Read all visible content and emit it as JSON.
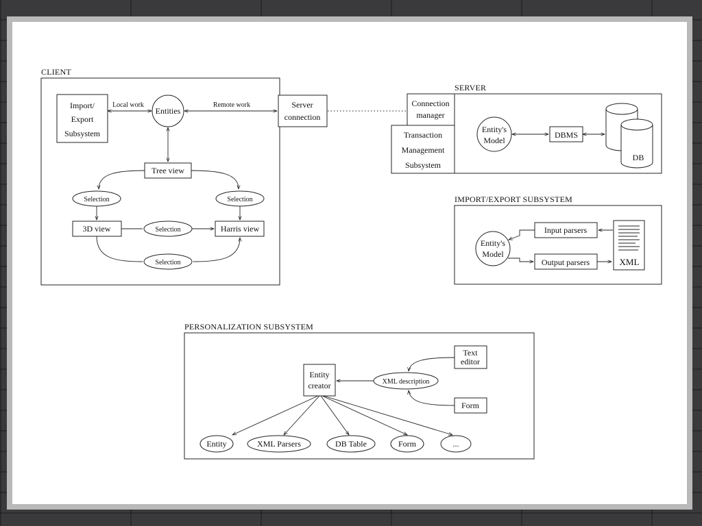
{
  "client": {
    "title": "CLIENT",
    "import_export": [
      "Import/",
      "Export",
      "Subsystem"
    ],
    "local_work": "Local work",
    "entities": "Entities",
    "remote_work": "Remote work",
    "server_connection": [
      "Server",
      "connection"
    ],
    "tree_view": "Tree view",
    "selection": "Selection",
    "view_3d": "3D view",
    "harris_view": "Harris view"
  },
  "server": {
    "title": "SERVER",
    "connection_manager": [
      "Connection",
      "manager"
    ],
    "transaction": [
      "Transaction",
      "Management",
      "Subsystem"
    ],
    "entity_model": [
      "Entity's",
      "Model"
    ],
    "dbms": "DBMS",
    "db": "DB"
  },
  "import_export_subsystem": {
    "title": "IMPORT/EXPORT SUBSYSTEM",
    "entity_model": [
      "Entity's",
      "Model"
    ],
    "input_parsers": "Input parsers",
    "output_parsers": "Output parsers",
    "xml": "XML"
  },
  "personalization": {
    "title": "PERSONALIZATION SUBSYSTEM",
    "entity_creator": [
      "Entity",
      "creator"
    ],
    "xml_description": "XML description",
    "text_editor": [
      "Text",
      "editor"
    ],
    "form": "Form",
    "outputs": [
      "Entity",
      "XML Parsers",
      "DB Table",
      "Form",
      "..."
    ]
  }
}
